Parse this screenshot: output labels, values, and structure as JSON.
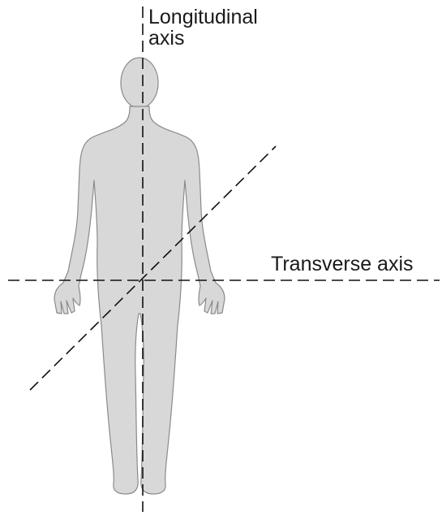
{
  "diagram": {
    "labels": {
      "longitudinal_line1": "Longitudinal",
      "longitudinal_line2": "axis",
      "transverse": "Transverse axis"
    },
    "colors": {
      "body_fill": "#d8d8d8",
      "body_outline": "#8a8a8a",
      "axis_line": "#111111",
      "text": "#1a1a1a"
    },
    "icons": {
      "figure": "human-body-figure",
      "vertical_axis": "dashed-line",
      "horizontal_axis": "dashed-line",
      "diagonal_axis": "dashed-line"
    }
  }
}
